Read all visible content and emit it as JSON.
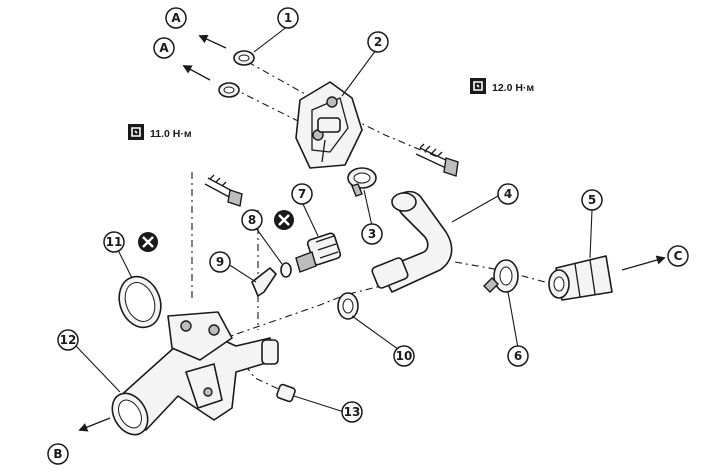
{
  "callouts": {
    "c1": "1",
    "c2": "2",
    "c3": "3",
    "c4": "4",
    "c5": "5",
    "c6": "6",
    "c7": "7",
    "c8": "8",
    "c9": "9",
    "c10": "10",
    "c11": "11",
    "c12": "12",
    "c13": "13"
  },
  "connections": {
    "a": "A",
    "b": "B",
    "c": "C"
  },
  "torques": {
    "t1": "12.0 Н·м",
    "t2": "11.0 Н·м"
  }
}
